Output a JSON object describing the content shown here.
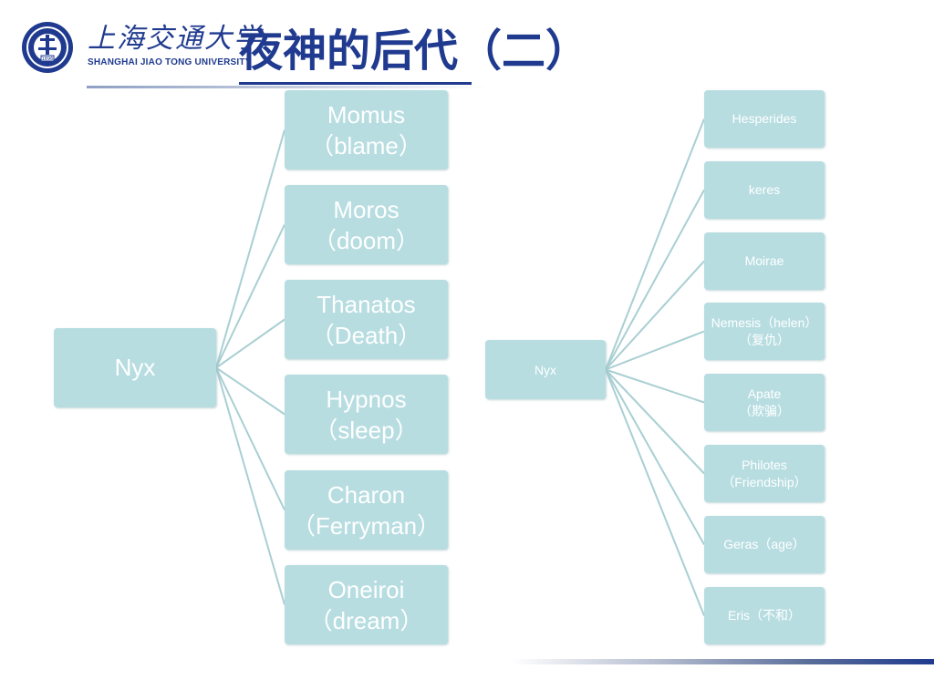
{
  "header": {
    "logo_icon": "sjtu-seal-icon",
    "logo_cn": "上海交通大学",
    "logo_en": "SHANGHAI  JIAO TONG  UNIVERSITY",
    "seal_year": "1896",
    "title": "夜神的后代（二）"
  },
  "colors": {
    "title": "#1f3a8f",
    "node_fill": "#b7dde1",
    "node_text": "#ffffff",
    "connector": "#a9cfd3"
  },
  "left_tree": {
    "root": "Nyx",
    "children": [
      "Momus\n（blame）",
      "Moros\n（doom）",
      "Thanatos\n（Death）",
      "Hypnos\n（sleep）",
      "Charon\n（Ferryman）",
      "Oneiroi\n（dream）"
    ]
  },
  "right_tree": {
    "root": "Nyx",
    "children": [
      "Hesperides",
      "keres",
      "Moirae",
      "Nemesis（helen）\n（复仇）",
      "Apate\n（欺骗）",
      "Philotes\n（Friendship）",
      "Geras（age）",
      "Eris（不和）"
    ]
  }
}
